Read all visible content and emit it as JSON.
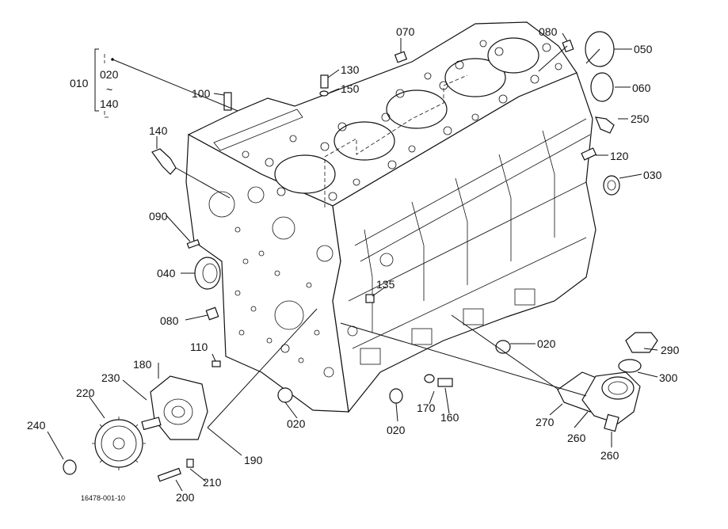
{
  "labels": {
    "p010": "010",
    "p020_group": "020",
    "tilde": "~",
    "p140_group": "140",
    "p070": "070",
    "p080_top": "080",
    "p050": "050",
    "p060": "060",
    "p130": "130",
    "p150": "150",
    "p100": "100",
    "p250": "250",
    "p140": "140",
    "p120": "120",
    "p030": "030",
    "p090": "090",
    "p040": "040",
    "p135": "135",
    "p080_left": "080",
    "p020_right": "020",
    "p110": "110",
    "p290": "290",
    "p180": "180",
    "p300": "300",
    "p230": "230",
    "p220": "220",
    "p170": "170",
    "p160": "160",
    "p270": "270",
    "p020_bl": "020",
    "p020_bc": "020",
    "p240": "240",
    "p260_a": "260",
    "p190": "190",
    "p260_b": "260",
    "p210": "210",
    "p200": "200",
    "drawing_number": "16478-001-10"
  }
}
